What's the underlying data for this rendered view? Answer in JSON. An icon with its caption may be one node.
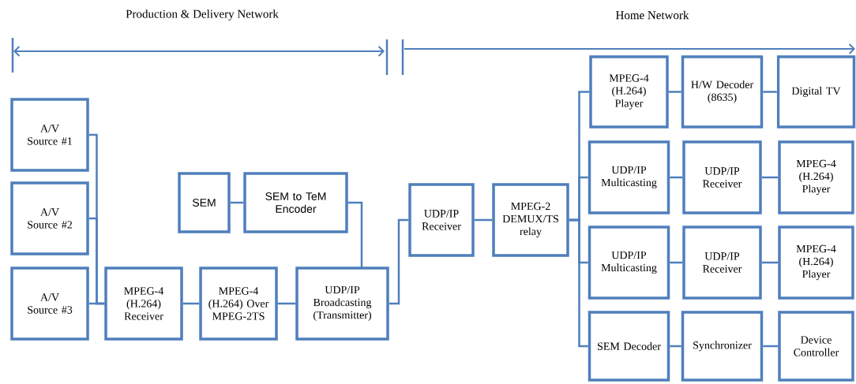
{
  "diagram": {
    "nodes": [
      {
        "text": [
          "A/V Source #1"
        ]
      },
      {
        "text": [
          "A/V Source #2"
        ]
      },
      {
        "text": [
          "A/V Source #3"
        ]
      },
      {
        "text": [
          "MPEG-4 (H.264) Receiver"
        ]
      },
      {
        "text": [
          "MPEG-4 (H.264) Over MPEG-2TS"
        ]
      },
      {
        "text": [
          "SEM"
        ]
      },
      {
        "text": [
          "SEM to TeM Encoder"
        ]
      },
      {
        "text": [
          "UDP/IP Broadcasting (Transmitter)"
        ]
      },
      {
        "text": [
          "UDP/IP Receiver"
        ]
      },
      {
        "text": [
          "MPEG-2 DEMUX/TS relay"
        ]
      },
      {
        "text": [
          "MPEG-4 (H.264) Player"
        ]
      },
      {
        "text": [
          "H/W Decoder (8635)"
        ]
      },
      {
        "text": [
          "Digital TV"
        ]
      },
      {
        "text": [
          "UDP/IP Multicasting"
        ]
      },
      {
        "text": [
          "UDP/IP Receiver"
        ]
      },
      {
        "text": [
          "MPEG-4 (H.264) Player"
        ]
      },
      {
        "text": [
          "UDP/IP Multicasting"
        ]
      },
      {
        "text": [
          "UDP/IP Receiver"
        ]
      },
      {
        "text": [
          "MPEG-4 (H.264) Player"
        ]
      },
      {
        "text": [
          "SEM Decoder"
        ]
      },
      {
        "text": [
          "Synchronizer"
        ]
      },
      {
        "text": [
          "Device Controller"
        ]
      }
    ],
    "edges": [
      {
        "from": 0,
        "to": 3,
        "arrow": "none"
      },
      {
        "from": 1,
        "to": 3,
        "arrow": "none"
      },
      {
        "from": 2,
        "to": 3,
        "arrow": "none"
      },
      {
        "from": 3,
        "to": 4,
        "arrow": "none"
      },
      {
        "from": 4,
        "to": 7,
        "arrow": "none"
      },
      {
        "from": 5,
        "to": 6,
        "arrow": "none"
      },
      {
        "from": 6,
        "to": 7,
        "arrow": "none"
      },
      {
        "from": 7,
        "to": 8,
        "arrow": "none"
      },
      {
        "from": 8,
        "to": 9,
        "arrow": "none"
      },
      {
        "from": 9,
        "to": 10,
        "arrow": "none"
      },
      {
        "from": 9,
        "to": 13,
        "arrow": "none"
      },
      {
        "from": 9,
        "to": 16,
        "arrow": "none"
      },
      {
        "from": 9,
        "to": 19,
        "arrow": "none"
      },
      {
        "from": 10,
        "to": 11,
        "arrow": "none"
      },
      {
        "from": 11,
        "to": 12,
        "arrow": "none"
      },
      {
        "from": 13,
        "to": 14,
        "arrow": "none"
      },
      {
        "from": 14,
        "to": 15,
        "arrow": "none"
      },
      {
        "from": 16,
        "to": 17,
        "arrow": "none"
      },
      {
        "from": 17,
        "to": 18,
        "arrow": "none"
      },
      {
        "from": 19,
        "to": 20,
        "arrow": "none"
      },
      {
        "from": 20,
        "to": 21,
        "arrow": "none"
      }
    ],
    "labels": [
      "Production & Delivery Network",
      "Home Network"
    ]
  }
}
